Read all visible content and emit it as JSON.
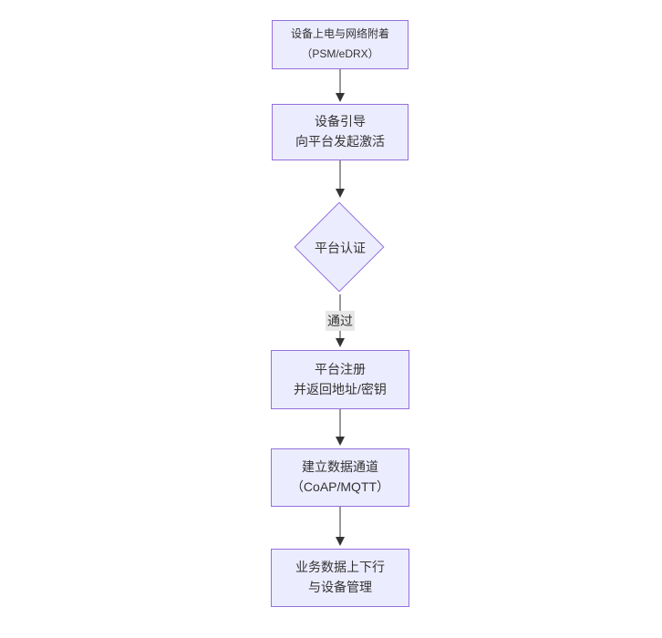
{
  "diagram": {
    "type": "flowchart",
    "direction": "top-down",
    "nodes": [
      {
        "id": "n1",
        "shape": "rect",
        "lines": [
          "设备上电与网络附着",
          "（PSM/eDRX）"
        ]
      },
      {
        "id": "n2",
        "shape": "rect",
        "lines": [
          "设备引导",
          "向平台发起激活"
        ]
      },
      {
        "id": "n3",
        "shape": "diamond",
        "lines": [
          "平台认证"
        ]
      },
      {
        "id": "n4",
        "shape": "rect",
        "lines": [
          "平台注册",
          "并返回地址/密钥"
        ]
      },
      {
        "id": "n5",
        "shape": "rect",
        "lines": [
          "建立数据通道",
          "（CoAP/MQTT）"
        ]
      },
      {
        "id": "n6",
        "shape": "rect",
        "lines": [
          "业务数据上下行",
          "与设备管理"
        ]
      }
    ],
    "edges": [
      {
        "from": "n1",
        "to": "n2",
        "label": ""
      },
      {
        "from": "n2",
        "to": "n3",
        "label": ""
      },
      {
        "from": "n3",
        "to": "n4",
        "label": "通过"
      },
      {
        "from": "n4",
        "to": "n5",
        "label": ""
      },
      {
        "from": "n5",
        "to": "n6",
        "label": ""
      }
    ],
    "colors": {
      "node_fill": "#ECECFF",
      "node_border": "#9370DB",
      "text": "#333333",
      "edge": "#333333",
      "edge_label_bg": "#e8e8e8"
    }
  }
}
